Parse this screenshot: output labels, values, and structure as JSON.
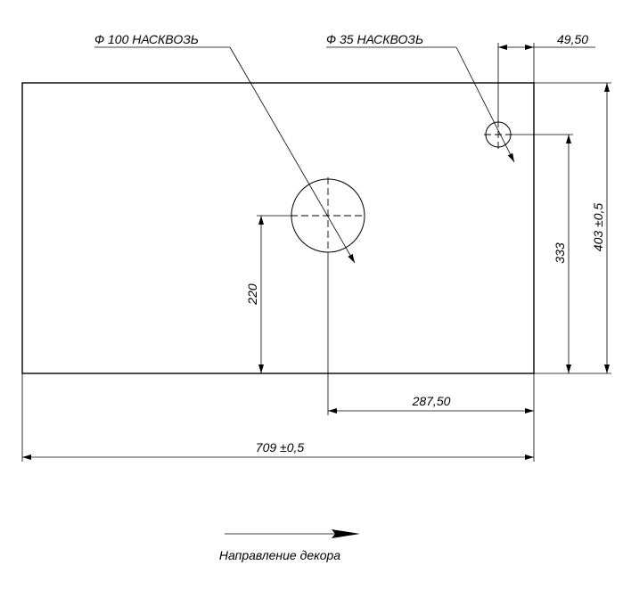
{
  "labels": {
    "hole_large": "Ф 100 НАСКВОЗЬ",
    "hole_small": "Ф 35 НАСКВОЗЬ",
    "dim_edge_offset": "49,50",
    "dim_height": "403 ±0,5",
    "dim_small_y": "333",
    "dim_large_y": "220",
    "dim_large_x": "287,50",
    "dim_width": "709 ±0,5",
    "decor_direction": "Направление декора"
  }
}
